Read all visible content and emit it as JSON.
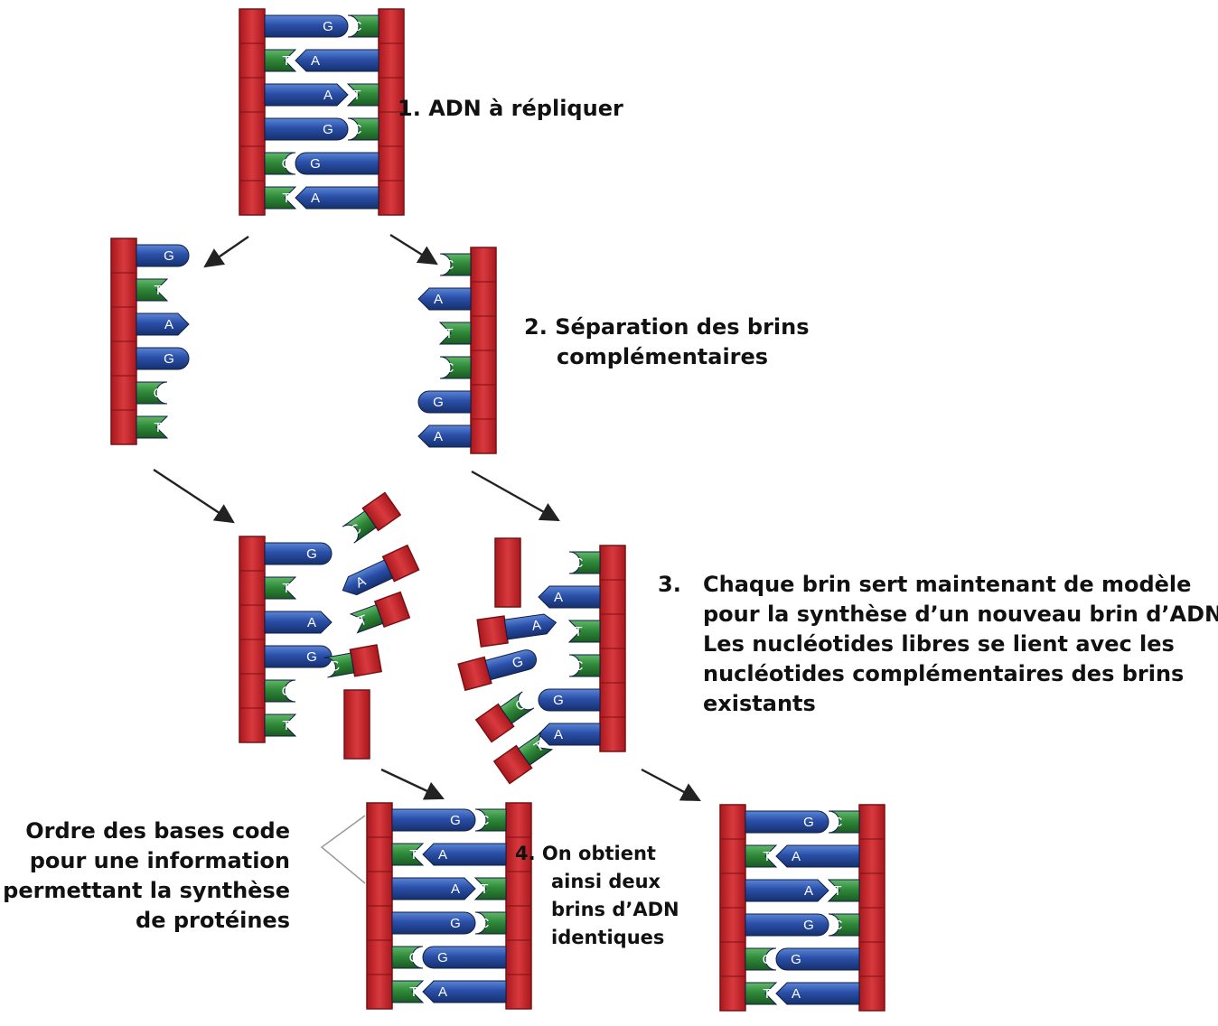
{
  "labels": {
    "step1": {
      "number": "1.",
      "lines": [
        "ADN à répliquer"
      ]
    },
    "step2": {
      "number": "2.",
      "lines": [
        "Séparation des brins",
        "complémentaires"
      ]
    },
    "step3": {
      "number": "3.",
      "lines": [
        "Chaque brin sert maintenant de modèle",
        "pour la synthèse d’un nouveau brin d’ADN.",
        "Les nucléotides libres se lient avec les",
        "nucléotides complémentaires des brins",
        "existants"
      ]
    },
    "step4": {
      "number": "4.",
      "lines": [
        "On obtient",
        "ainsi deux",
        "brins d’ADN",
        "identiques"
      ]
    },
    "note": {
      "lines": [
        "Ordre des bases code",
        "pour une information",
        "permettant la synthèse",
        "de protéines"
      ]
    }
  },
  "dna": {
    "original_pairs": [
      [
        "G",
        "C"
      ],
      [
        "T",
        "A"
      ],
      [
        "A",
        "T"
      ],
      [
        "G",
        "C"
      ],
      [
        "C",
        "G"
      ],
      [
        "T",
        "A"
      ]
    ],
    "left_strand_bases": [
      "G",
      "T",
      "A",
      "G",
      "C",
      "T"
    ],
    "right_strand_bases": [
      "C",
      "A",
      "T",
      "C",
      "G",
      "A"
    ],
    "free_nucleotides_left": [
      "C",
      "A",
      "T"
    ],
    "free_nucleotides_right": [
      "A",
      "G",
      "C",
      "T"
    ]
  },
  "colors": {
    "backbone": "#c8262b",
    "backbone_edge": "#8a1418",
    "purine_blue": "#2a4fa8",
    "pyrimidine_green": "#2f8a3a",
    "arrow": "#222222",
    "text": "#111111"
  }
}
